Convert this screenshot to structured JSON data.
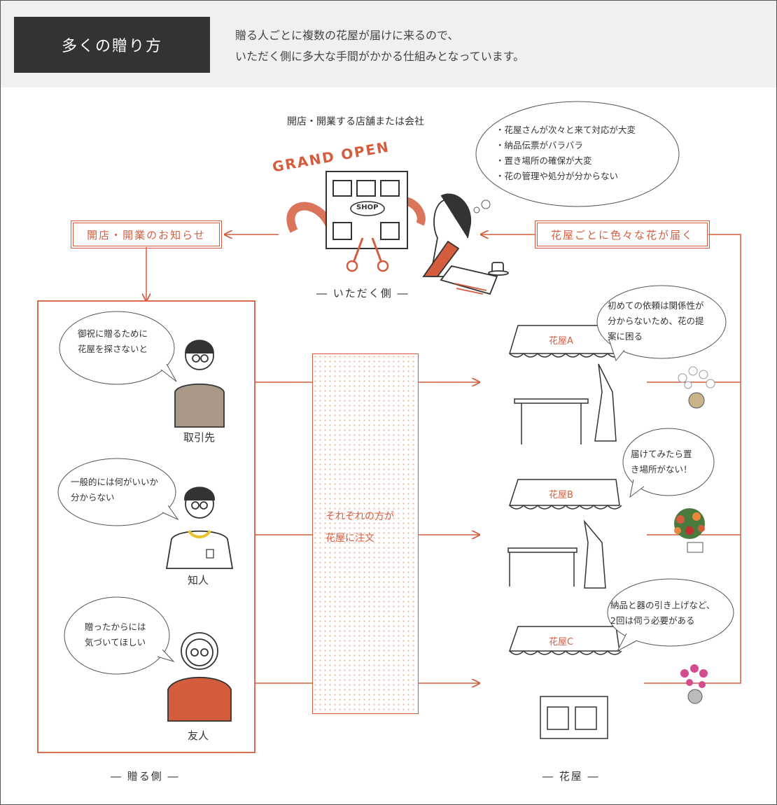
{
  "header": {
    "title": "多くの贈り方",
    "line1": "贈る人ごとに複数の花屋が届けに来るので、",
    "line2": "いただく側に多大な手間がかかる仕組みとなっています。"
  },
  "receiver": {
    "caption": "開店・開業する店舗または会社",
    "sign_text": "GRAND OPEN",
    "shop_sign": "SHOP",
    "label": "― いただく側 ―",
    "bubble": [
      "・花屋さんが次々と来て対応が大変",
      "・納品伝票がバラバラ",
      "・置き場所の確保が大変",
      "・花の管理や処分が分からない"
    ]
  },
  "notice_label": "開店・開業のお知らせ",
  "delivery_label": "花屋ごとに色々な花が届く",
  "senders": {
    "label": "― 贈る側 ―",
    "people": [
      {
        "name": "取引先",
        "bubble": [
          "御祝に贈るために",
          "花屋を探さないと"
        ]
      },
      {
        "name": "知人",
        "bubble": [
          "一般的には何がいいか",
          "分からない"
        ]
      },
      {
        "name": "友人",
        "bubble": [
          "贈ったからには",
          "気づいてほしい"
        ]
      }
    ]
  },
  "center": {
    "line1": "それぞれの方が",
    "line2": "花屋に注文"
  },
  "florists": {
    "label": "― 花屋 ―",
    "shops": [
      {
        "name": "花屋A",
        "bubble": [
          "初めての依頼は関係性が",
          "分からないため、花の提",
          "案に困る"
        ]
      },
      {
        "name": "花屋B",
        "bubble": [
          "届けてみたら置",
          "き場所がない！"
        ]
      },
      {
        "name": "花屋C",
        "bubble": [
          "納品と器の引き上げなど、",
          "2回は伺う必要がある"
        ]
      }
    ]
  },
  "colors": {
    "accent": "#d45d3e",
    "dark": "#333333",
    "header_bg": "#f0f0f0"
  }
}
